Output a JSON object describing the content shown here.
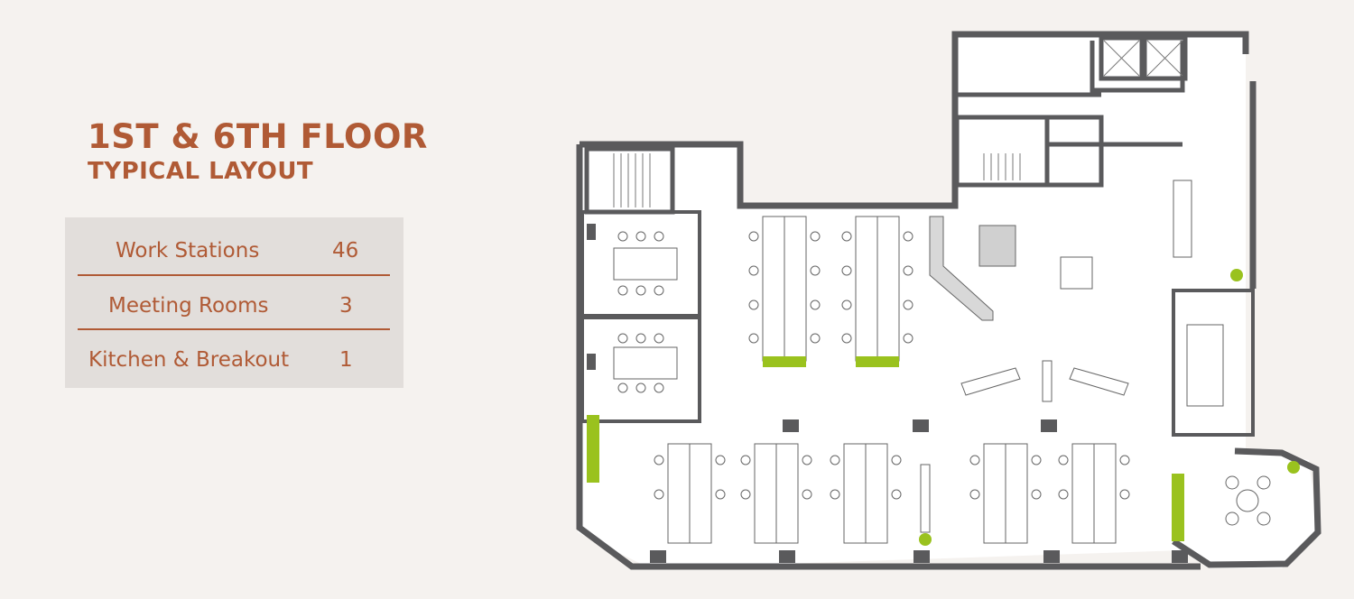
{
  "heading": {
    "line1": "1ST & 6TH FLOOR",
    "line2": "TYPICAL LAYOUT"
  },
  "summary": [
    {
      "label": "Work Stations",
      "value": "46"
    },
    {
      "label": "Meeting Rooms",
      "value": "3"
    },
    {
      "label": "Kitchen & Breakout",
      "value": "1"
    }
  ],
  "colors": {
    "accent": "#b05a35",
    "panel": "#e2dedb",
    "background": "#f5f2ef",
    "wall": "#5a5a5c",
    "plant": "#9ac21e"
  }
}
